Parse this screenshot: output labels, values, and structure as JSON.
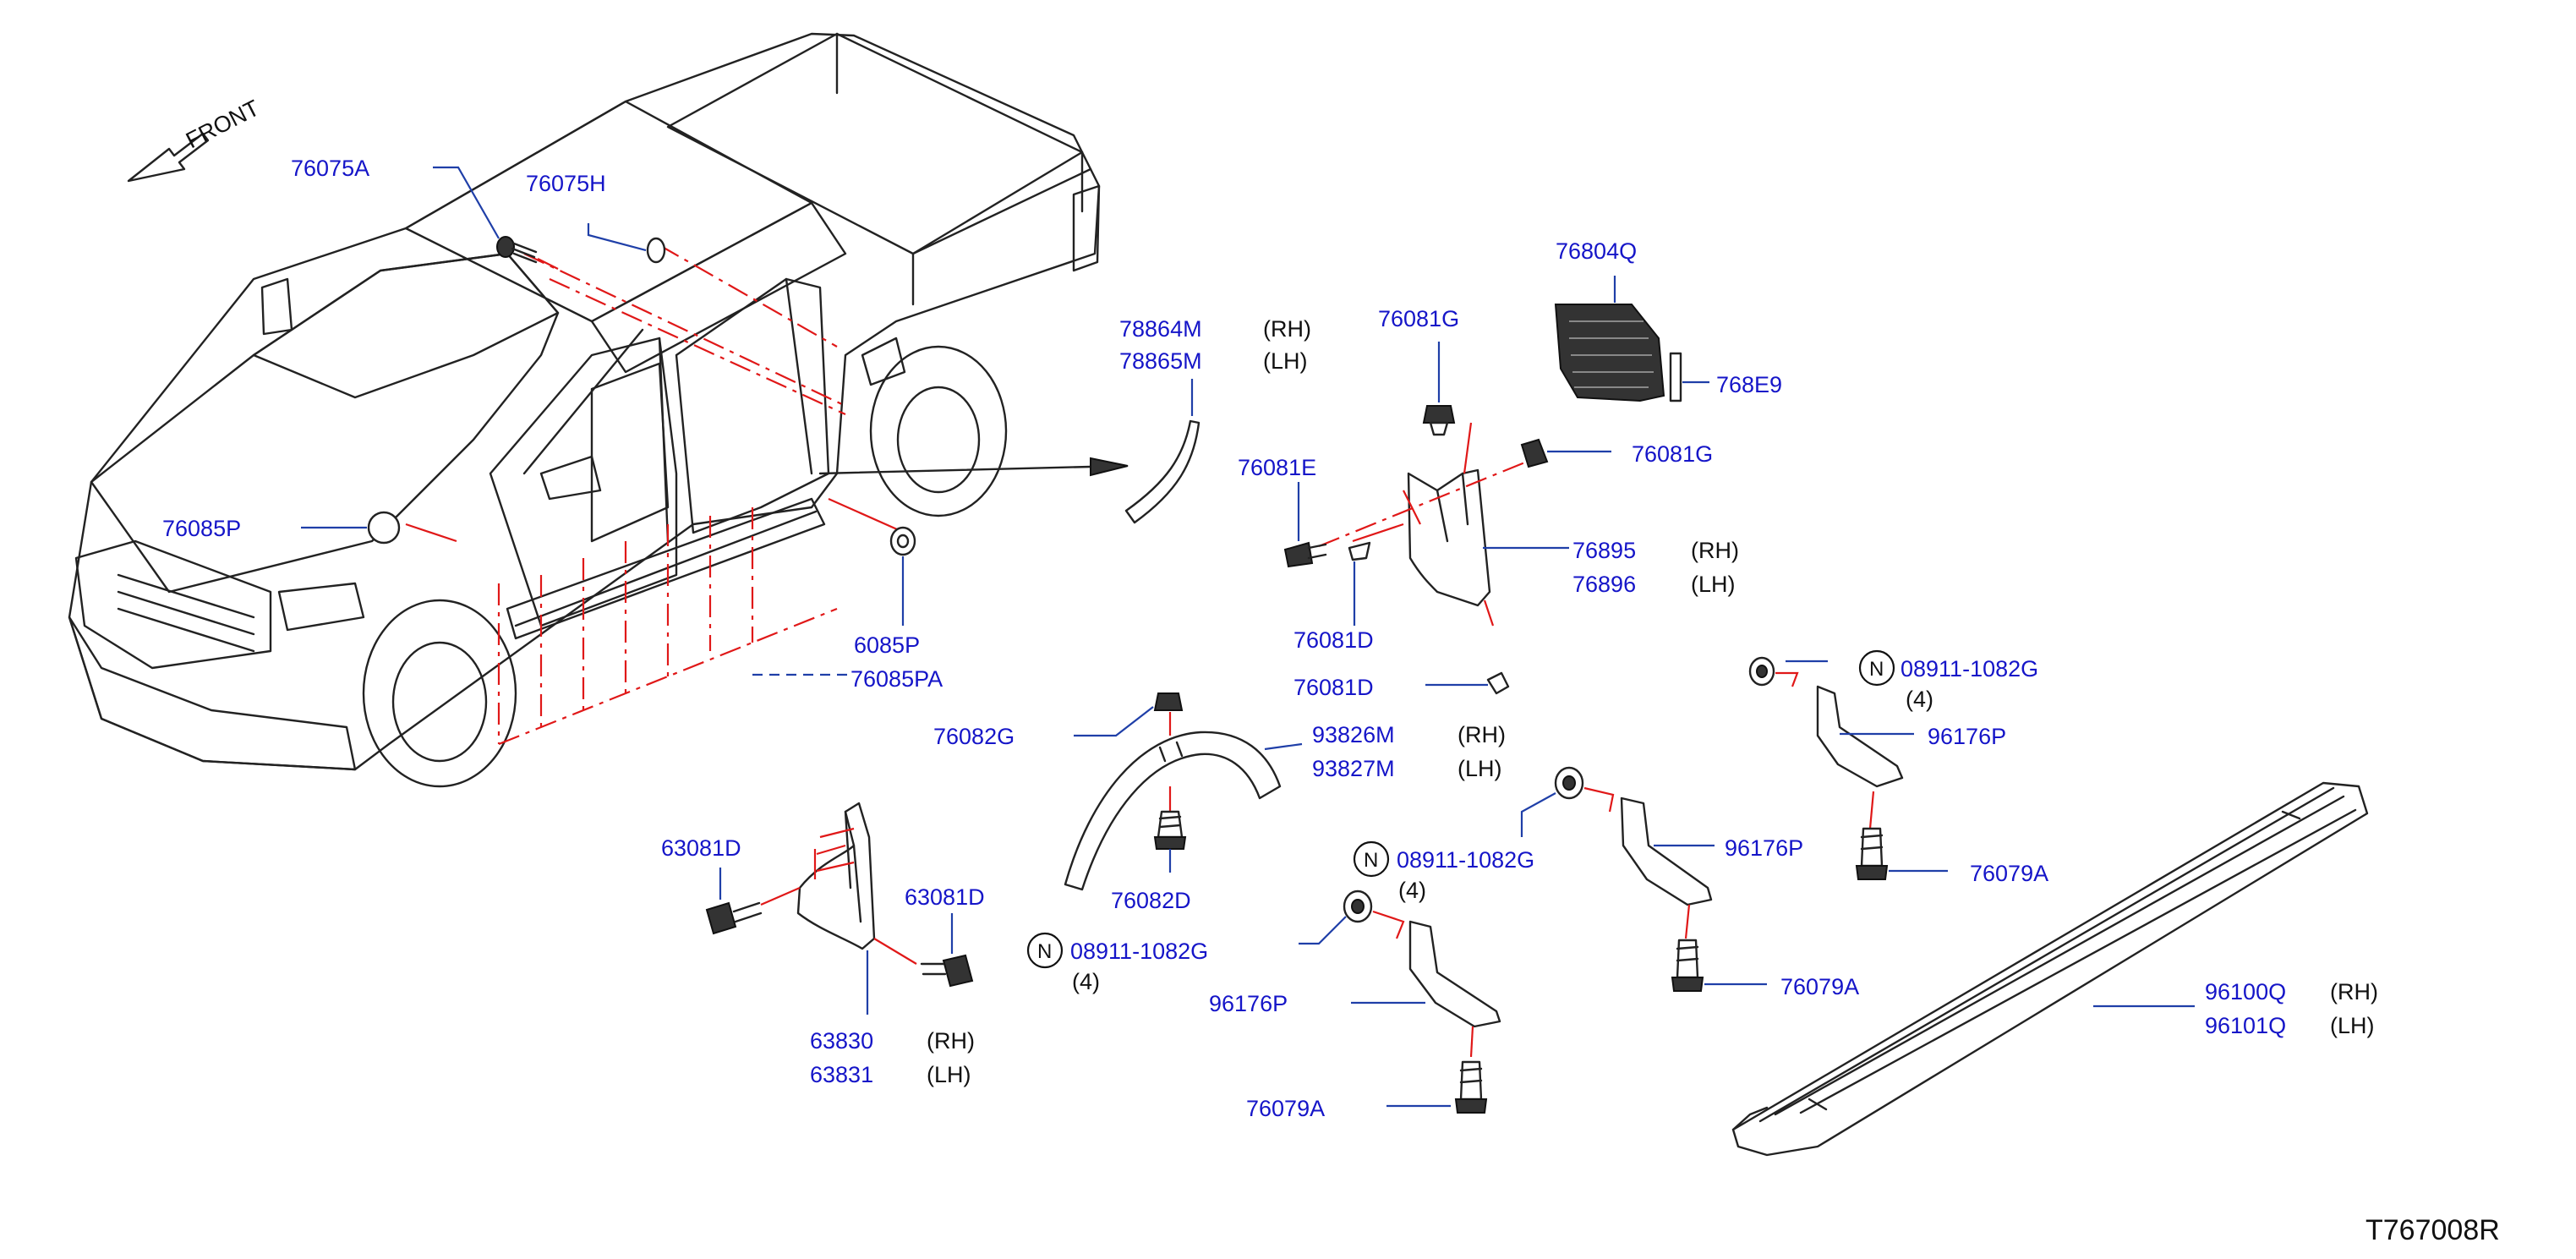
{
  "front_label": "FRONT",
  "drawing_id": "T767008R",
  "callouts": {
    "p76075A": "76075A",
    "p76075H": "76075H",
    "p76085P": "76085P",
    "p6085P_a": "6085P",
    "p6085P_b": "76085PA",
    "p78864M": "78864M",
    "p78865M": "78865M",
    "p76081G_top": "76081G",
    "p76081G_right": "76081G",
    "p76804Q": "76804Q",
    "p768E9": "768E9",
    "p76081E": "76081E",
    "p76895": "76895",
    "p76896": "76896",
    "p76081D_a": "76081D",
    "p76081D_b": "76081D",
    "p76082G": "76082G",
    "p93826M": "93826M",
    "p93827M": "93827M",
    "p76082D": "76082D",
    "p08911_1082G_right": "08911-1082G",
    "p96176P_top": "96176P",
    "p76079A_top": "76079A",
    "p96176P_mid": "96176P",
    "p08911_1082G_mid": "08911-1082G",
    "p76079A_mid": "76079A",
    "p96176P_low": "96176P",
    "p76079A_low": "76079A",
    "p08911_1082G_left": "08911-1082G",
    "p63081D_a": "63081D",
    "p63081D_b": "63081D",
    "p63830": "63830",
    "p63831": "63831",
    "p96100Q": "96100Q",
    "p96101Q": "96101Q"
  },
  "notes": {
    "rh": "(RH)",
    "lh": "(LH)",
    "qty4": "(4)",
    "n": "N"
  },
  "colors": {
    "callout_blue": "#1515c8",
    "leader_blue": "#1f3fa8",
    "alignment_red": "#e01818",
    "line_art": "#222222"
  }
}
